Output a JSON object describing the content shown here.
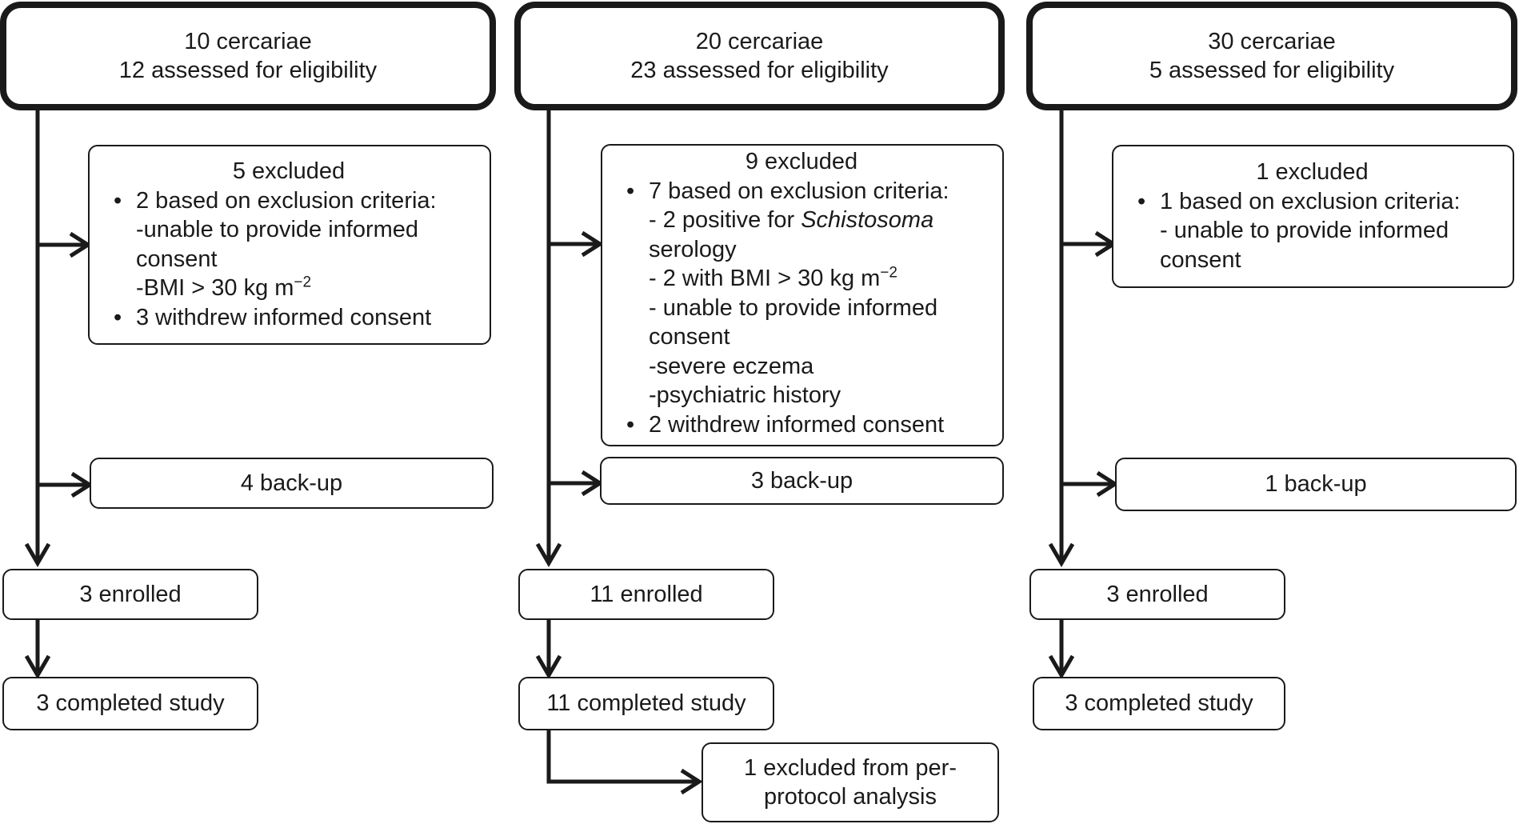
{
  "columns": [
    {
      "top": {
        "line1": "10 cercariae",
        "line2": "12 assessed for eligibility"
      },
      "excluded": {
        "title": "5 excluded",
        "bullet1": "2 based on exclusion criteria:",
        "b1_lines": [
          "-unable to provide informed",
          "consent"
        ],
        "bmi_prefix": "-BMI > 30 kg m",
        "bmi_exp": "−2",
        "bullet2": "3 withdrew informed consent"
      },
      "backup": "4 back-up",
      "enrolled": "3 enrolled",
      "completed": "3 completed study"
    },
    {
      "top": {
        "line1": "20 cercariae",
        "line2": "23 assessed for eligibility"
      },
      "excluded": {
        "title": "9 excluded",
        "bullet1": "7 based on exclusion criteria:",
        "schisto_prefix": "- 2 positive for ",
        "schisto_italic": "Schistosoma",
        "serology": "serology",
        "bmi_prefix": "- 2 with BMI > 30 kg m",
        "bmi_exp": "−2",
        "b1_lines_after": [
          "- unable to provide informed",
          "consent",
          "-severe eczema",
          "-psychiatric history"
        ],
        "bullet2": "2 withdrew informed consent"
      },
      "backup": "3 back-up",
      "enrolled": "11 enrolled",
      "completed": "11 completed study",
      "per_protocol": {
        "line1": "1 excluded from per-",
        "line2": "protocol analysis"
      }
    },
    {
      "top": {
        "line1": "30 cercariae",
        "line2": "5 assessed for eligibility"
      },
      "excluded": {
        "title": "1 excluded",
        "bullet1": "1 based on exclusion criteria:",
        "b1_lines": [
          "- unable to provide informed",
          "consent"
        ]
      },
      "backup": "1 back-up",
      "enrolled": "3 enrolled",
      "completed": "3 completed study"
    }
  ]
}
